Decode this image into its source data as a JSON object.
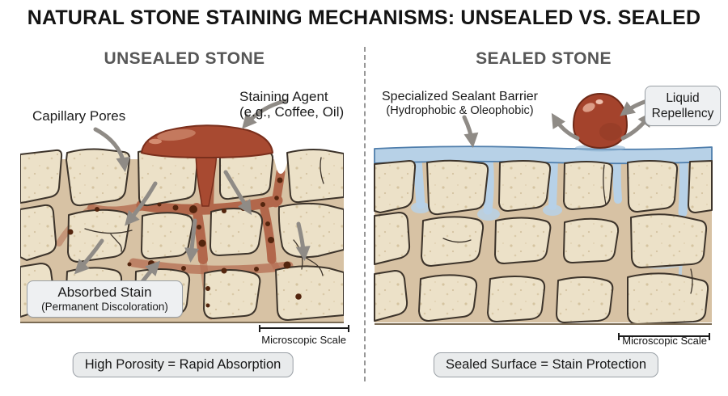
{
  "title": "NATURAL STONE STAINING MECHANISMS: UNSEALED VS. SEALED",
  "panels": {
    "unsealed": {
      "header": "UNSEALED STONE",
      "capillary_pores_label": "Capillary Pores",
      "staining_agent": {
        "line1": "Staining Agent",
        "line2": "(e.g., Coffee, Oil)"
      },
      "absorbed_stain": {
        "line1": "Absorbed Stain",
        "line2": "(Permanent Discoloration)"
      },
      "scale_label": "Microscopic Scale",
      "caption": "High Porosity = Rapid Absorption"
    },
    "sealed": {
      "header": "SEALED STONE",
      "sealant_barrier": {
        "line1": "Specialized Sealant Barrier",
        "line2": "(Hydrophobic & Oleophobic)"
      },
      "liquid_repellency_label": "Liquid Repellency",
      "scale_label": "Microscopic Scale",
      "caption": "Sealed Surface = Stain Protection"
    }
  },
  "colors": {
    "page_bg": "#ffffff",
    "stone_fill": "#ece1c8",
    "channel_fill": "#d7c2a4",
    "outline": "#3c332a",
    "stain": "#a84a31",
    "stain_channel": "#b2674b",
    "stain_dot": "#53250e",
    "sealant": "#b7d1e7",
    "sealant_stroke": "#4e7dab",
    "arrow_gray": "#8f8b86",
    "header_gray": "#575757",
    "box_bg": "#eef0f2",
    "box_border": "#9aa0a6"
  }
}
